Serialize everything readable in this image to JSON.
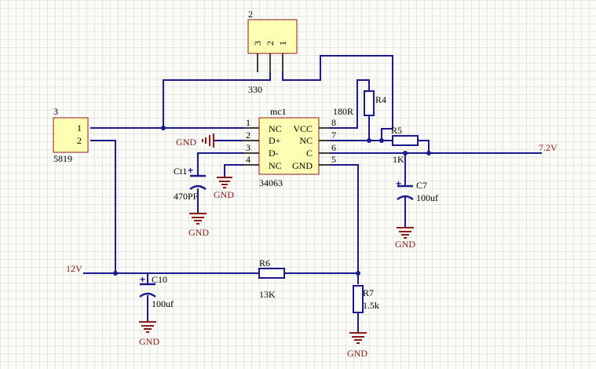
{
  "parts": {
    "j2": {
      "designator": "2",
      "value": "330",
      "pins": [
        "3",
        "2",
        "1"
      ]
    },
    "j3": {
      "designator": "3",
      "value": "5819",
      "pins": [
        "1",
        "2"
      ]
    },
    "ic": {
      "designator": "mc1",
      "value": "34063",
      "left_names": [
        "NC",
        "D+",
        "D-",
        "NC"
      ],
      "right_names": [
        "VCC",
        "NC",
        "C",
        "GND"
      ],
      "left_nums": [
        "1",
        "2",
        "3",
        "4"
      ],
      "right_nums": [
        "8",
        "7",
        "6",
        "5"
      ]
    },
    "r4": {
      "designator": "R4",
      "value": "180R"
    },
    "r5": {
      "designator": "R5",
      "value": "1K"
    },
    "r6": {
      "designator": "R6",
      "value": "13K"
    },
    "r7": {
      "designator": "R7",
      "value": "1.5k"
    },
    "ct1": {
      "designator": "Ct1",
      "value": "470PF"
    },
    "c7": {
      "designator": "C7",
      "value": "100uf"
    },
    "c10": {
      "designator": "C10",
      "value": "100uf"
    }
  },
  "nets": {
    "gnd": "GND",
    "vin": "12V",
    "vout": "7.2V",
    "plus": "+"
  },
  "colors": {
    "wire": "#1a1a8c",
    "part_fill": "#ffffb4",
    "part_border": "#8b1a1a",
    "gnd_symbol": "#8b1a1a"
  }
}
